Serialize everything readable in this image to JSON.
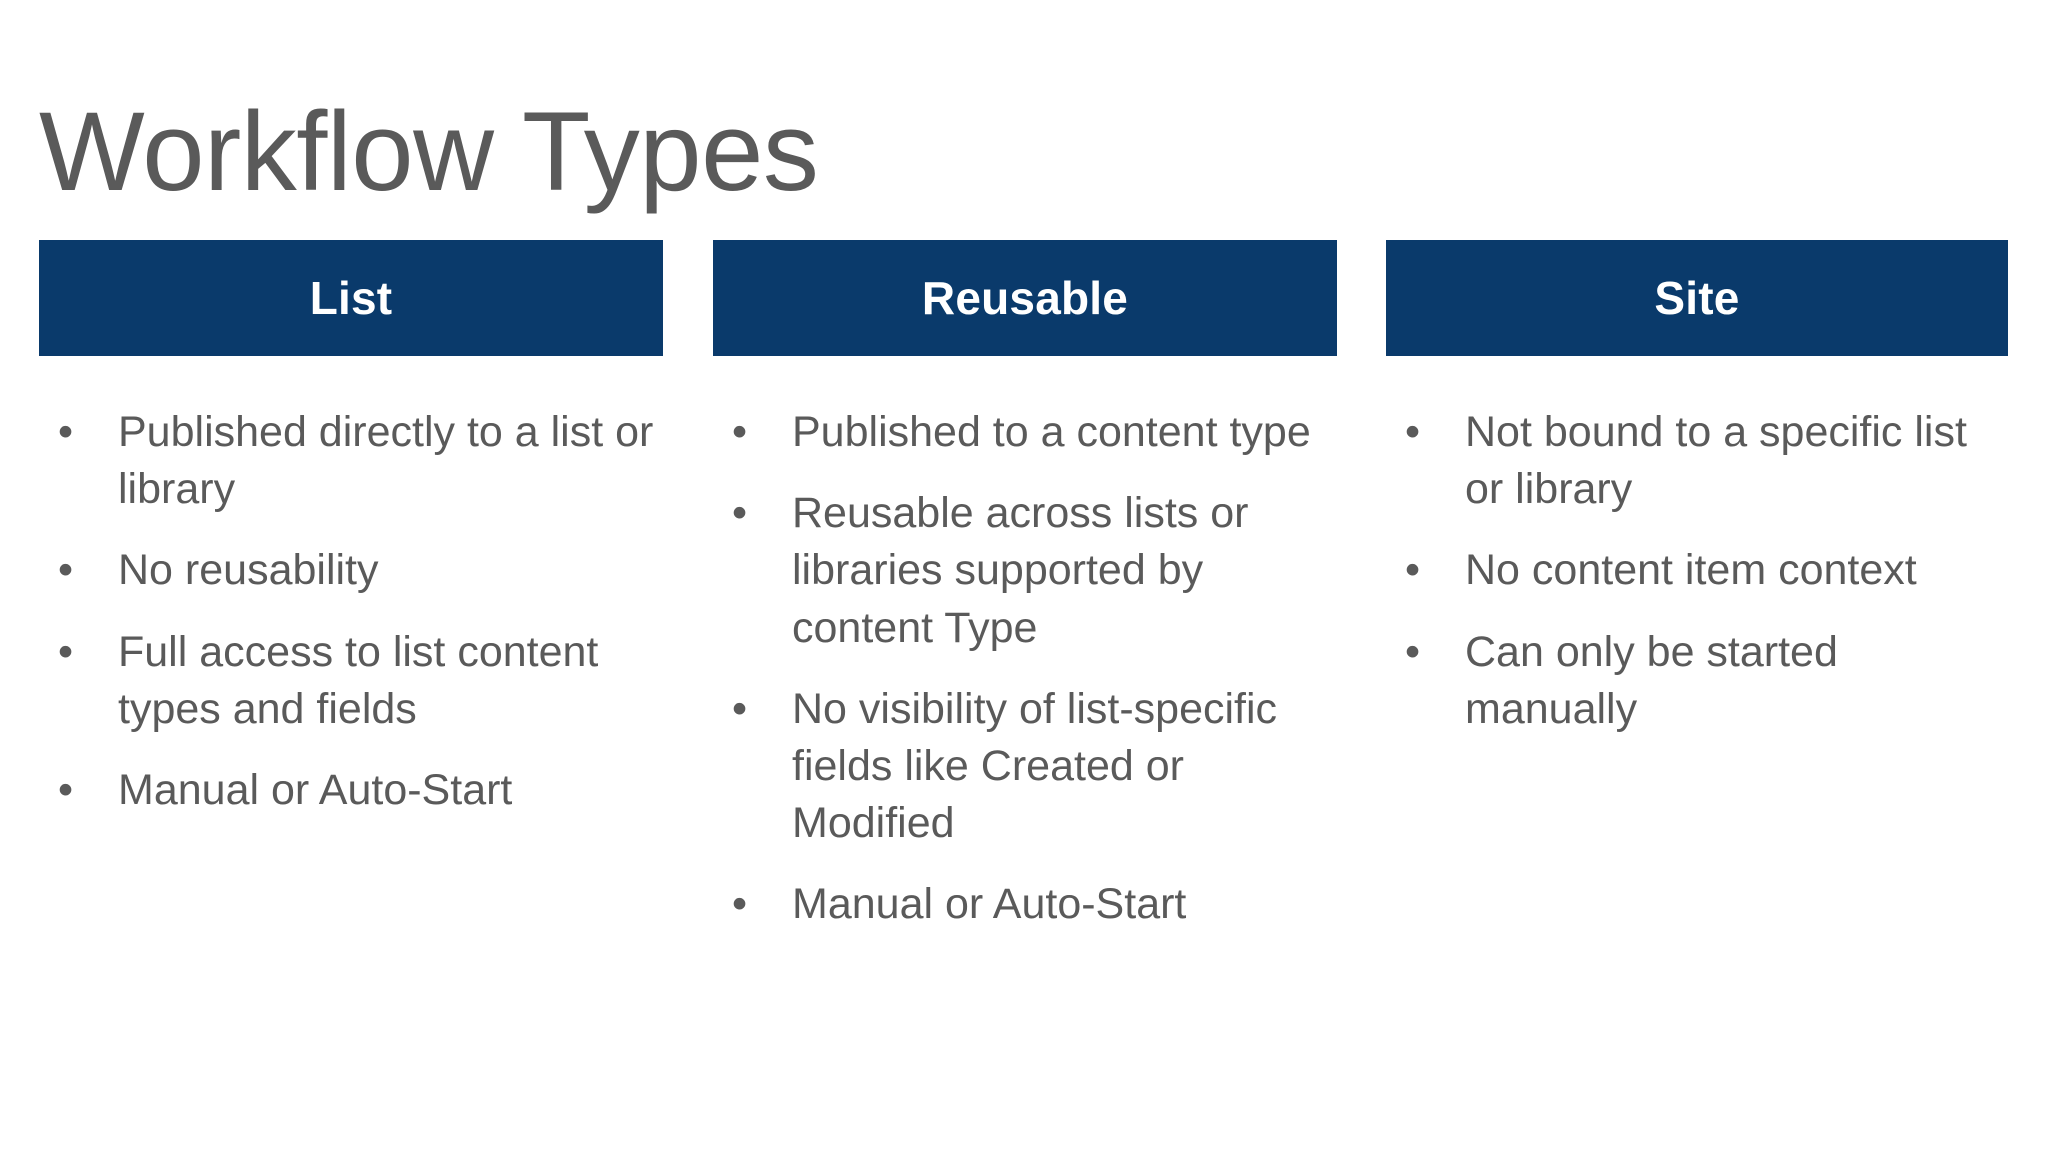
{
  "slide": {
    "title": "Workflow Types",
    "background_color": "#ffffff",
    "title_color": "#5a5a5a",
    "header_bar_color": "#0a3a6b",
    "header_text_color": "#ffffff",
    "body_text_color": "#5a5a5a",
    "bullet_glyph": "•"
  },
  "columns": [
    {
      "header": "List",
      "bullets": [
        "Published directly to a list or library",
        "No reusability",
        "Full access to list content types and fields",
        "Manual or Auto-Start"
      ]
    },
    {
      "header": "Reusable",
      "bullets": [
        "Published to a content type",
        "Reusable across lists or libraries supported by content Type",
        "No visibility of list-specific fields like Created or Modified",
        "Manual or Auto-Start"
      ]
    },
    {
      "header": "Site",
      "bullets": [
        "Not bound to a specific list or library",
        "No content item context",
        "Can only be started manually"
      ]
    }
  ]
}
